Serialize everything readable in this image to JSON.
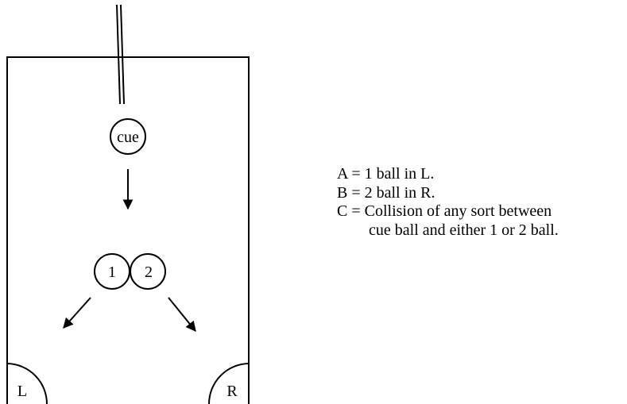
{
  "balls": {
    "cue": "cue",
    "one": "1",
    "two": "2"
  },
  "pockets": {
    "left": "L",
    "right": "R"
  },
  "legend": {
    "line_a": "A = 1 ball in L.",
    "line_b": "B = 2 ball in R.",
    "line_c1": "C = Collision of any sort between",
    "line_c2": "cue ball and either 1 or 2 ball."
  }
}
